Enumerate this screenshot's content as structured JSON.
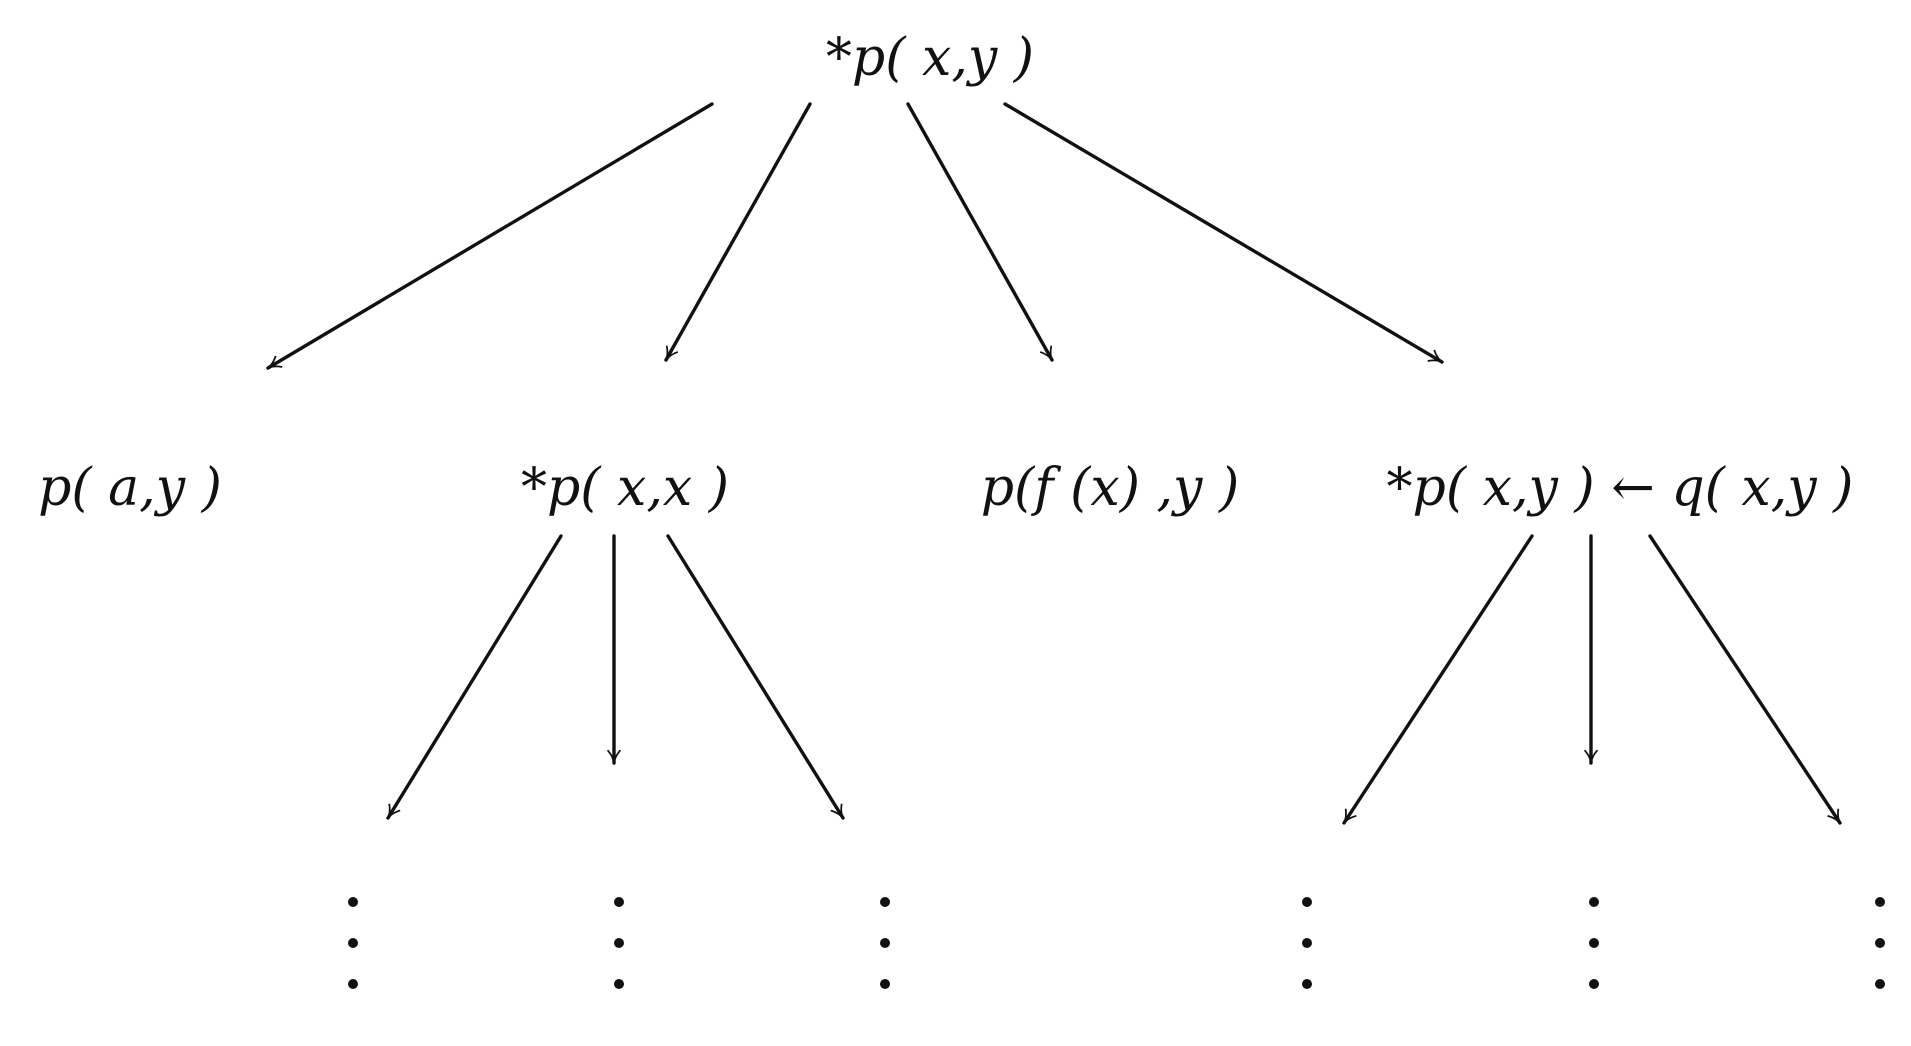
{
  "tree": {
    "root": {
      "label": "*p( x,y )"
    },
    "level1": [
      {
        "label": "p( a,y )"
      },
      {
        "label": "*p( x,x )"
      },
      {
        "label": "p(f (x) ,y )"
      },
      {
        "label": "*p( x,y ) ← q( x,y )"
      }
    ],
    "continuation_symbol": "⋮"
  },
  "colors": {
    "ink": "#111111",
    "background": "#ffffff"
  }
}
